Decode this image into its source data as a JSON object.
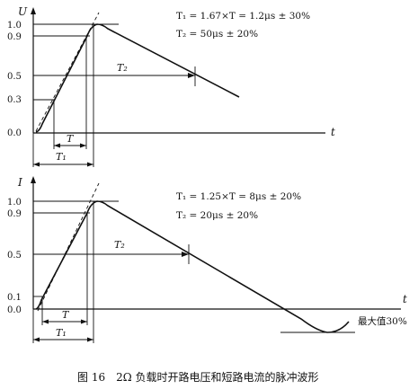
{
  "voltage_panel": {
    "axis_y": "U",
    "axis_x": "t",
    "ticks": [
      "1.0",
      "0.9",
      "0.5",
      "0.3",
      "0.0"
    ],
    "formula_1": "T₁ = 1.67×T = 1.2μs ± 30%",
    "formula_2": "T₂ = 50μs ± 20%",
    "label_T": "T",
    "label_T1": "T₁",
    "label_T2": "T₂"
  },
  "current_panel": {
    "axis_y": "I",
    "axis_x": "t",
    "ticks": [
      "1.0",
      "0.9",
      "0.5",
      "0.1",
      "0.0"
    ],
    "formula_1": "T₁ = 1.25×T = 8μs ± 20%",
    "formula_2": "T₂ = 20μs ± 20%",
    "label_T": "T",
    "label_T1": "T₁",
    "label_T2": "T₂",
    "undershoot_note": "最大值30%"
  },
  "caption": "图 16　2Ω 负载时开路电压和短路电流的脉冲波形"
}
